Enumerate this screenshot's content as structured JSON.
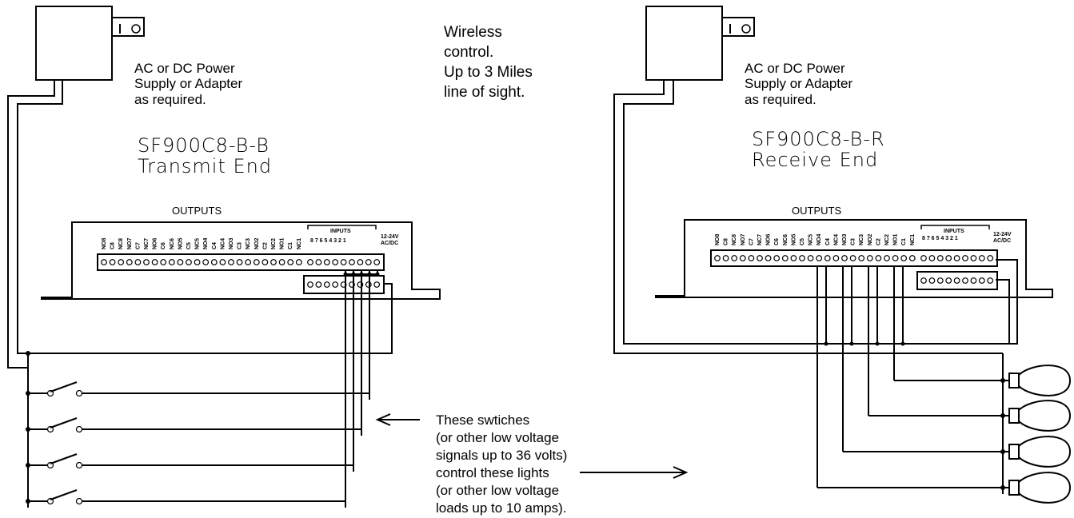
{
  "transmit": {
    "power_lines": [
      "AC or DC Power",
      "Supply or Adapter",
      " as required."
    ],
    "model": "SF900C8-B-B",
    "end_label": "Transmit End",
    "outputs_label": "OUTPUTS",
    "inputs_label": "INPUTS",
    "power_terminal_label": "12-24V",
    "power_terminal_label2": "AC/DC",
    "input_numbers": "8 7 6 5 4 3 2 1"
  },
  "receive": {
    "power_lines": [
      "AC or DC Power",
      "Supply or Adapter",
      " as required."
    ],
    "model": "SF900C8-B-R",
    "end_label": "Receive End",
    "outputs_label": "OUTPUTS",
    "inputs_label": "INPUTS",
    "power_terminal_label": "12-24V",
    "power_terminal_label2": "AC/DC",
    "input_numbers": "8 7 6 5 4 3 2 1"
  },
  "wireless_note": [
    "Wireless",
    "control.",
    "Up to 3 Miles",
    "line of sight."
  ],
  "switches_note": [
    "These swtiches",
    "(or other low voltage",
    "signals up to 36 volts)",
    "control these lights",
    "(or other low voltage",
    "loads up to 10 amps)."
  ],
  "output_terminal_labels": [
    "NO8",
    "C8",
    "NC8",
    "NO7",
    "C7",
    "NC7",
    "NO6",
    "C6",
    "NC6",
    "NO5",
    "C5",
    "NC5",
    "NO4",
    "C4",
    "NC4",
    "NO3",
    "C3",
    "NC3",
    "NO2",
    "C2",
    "NC2",
    "NO1",
    "C1",
    "NC1"
  ]
}
